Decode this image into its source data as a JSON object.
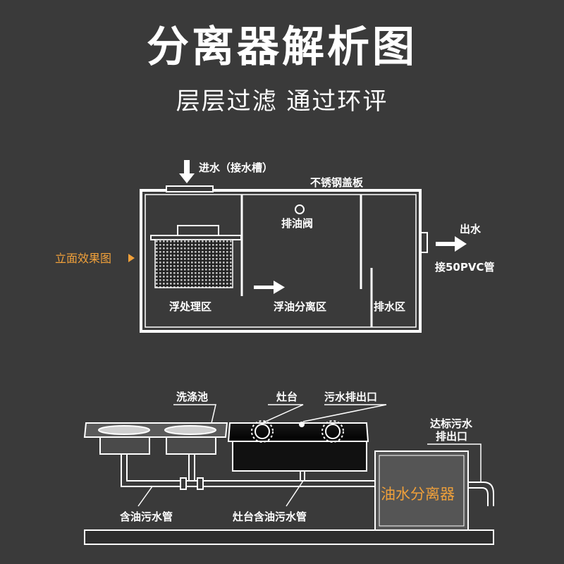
{
  "title": "分离器解析图",
  "subtitle": "层层过滤 通过环评",
  "top_diagram": {
    "inlet": "进水（接水槽）",
    "cover": "不锈钢盖板",
    "oil_valve": "排油阀",
    "outlet": "出水",
    "outlet_pipe": "接50PVC管",
    "elevation_view": "立面效果图",
    "zone_float_treat": "浮处理区",
    "zone_oil_sep": "浮油分离区",
    "zone_drain": "排水区"
  },
  "bottom_diagram": {
    "sink": "洗涤池",
    "stove": "灶台",
    "sewage_outlet": "污水排出口",
    "compliant_outlet_line1": "达标污水",
    "compliant_outlet_line2": "排出口",
    "separator": "油水分离器",
    "oily_pipe": "含油污水管",
    "stove_oily_pipe": "灶台含油污水管"
  },
  "colors": {
    "accent": "#f0a03a",
    "background": "#3a3a3a"
  }
}
